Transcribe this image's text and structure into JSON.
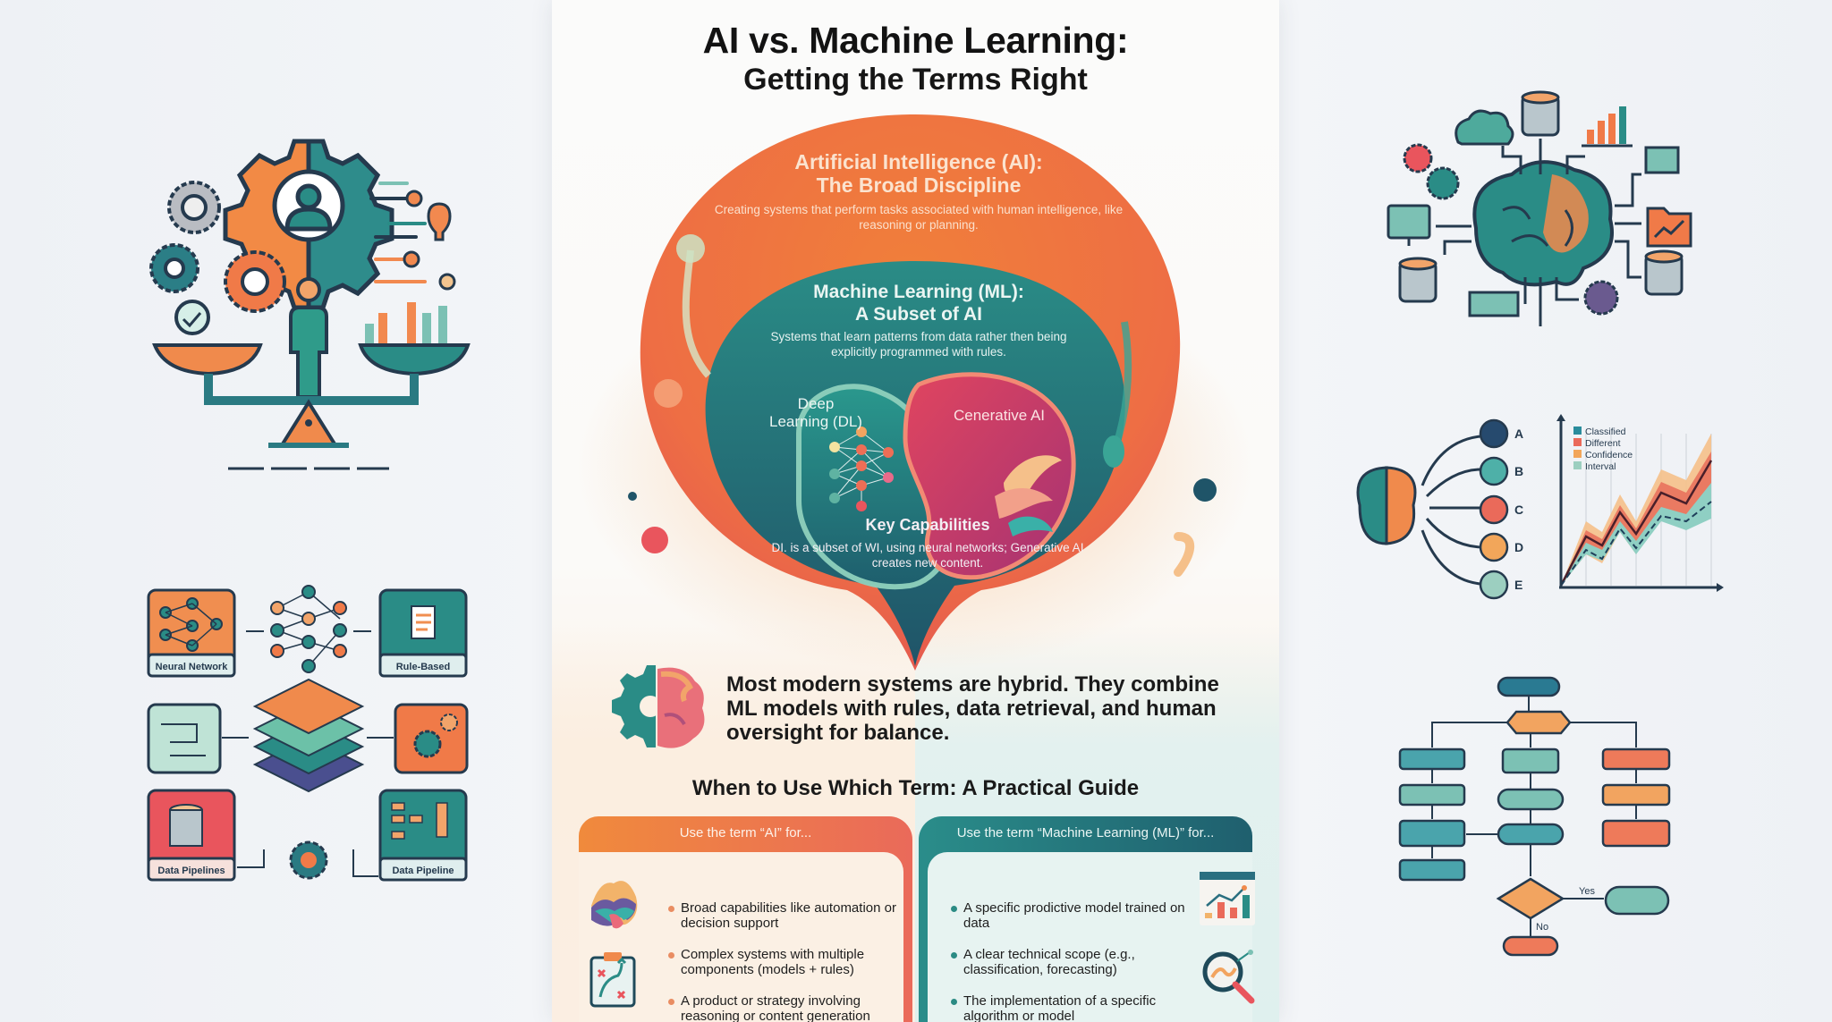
{
  "poster": {
    "title": "AI vs. Machine Learning:",
    "subtitle": "Getting the Terms Right",
    "ai": {
      "title_line1": "Artificial Intelligence (AI):",
      "title_line2": "The Broad Discipline",
      "description": "Creating systems that perform tasks associated with human intelligence, like reasoning or planning."
    },
    "ml": {
      "title_line1": "Machine Learning (ML):",
      "title_line2": "A Subset of AI",
      "description": "Systems that learn patterns from data rather then being explicitly programmed with rules."
    },
    "dl": {
      "title_line1": "Deep",
      "title_line2": "Learning (DL)"
    },
    "generative": {
      "title": "Cenerative AI"
    },
    "key_capabilities": {
      "title": "Key Capabilities",
      "description": "DI. is a subset of WI, using neural networks; Generative AI creates new content."
    },
    "hybrid_note": "Most modern systems are hybrid. They combine ML models with rules, data retrieval, and human oversight for balance.",
    "guide": {
      "title": "When to Use Which Term: A Practical Guide",
      "ai_column": {
        "header": "Use the term “AI” for...",
        "items": [
          "Broad capabilities like automation or decision support",
          "Complex systems with multiple components (models + rules)",
          "A product or strategy involving reasoning or content generation"
        ]
      },
      "ml_column": {
        "header": "Use the term “Machine Learning (ML)” for...",
        "items": [
          "A specific prodictive model trained on data",
          "A clear technical scope (e.g., classification, forecasting)",
          "The implementation of a specific algorithm or model"
        ]
      }
    }
  },
  "side_illustrations": {
    "top_left": {
      "icon": "balance-scale-gears-person"
    },
    "bottom_left": {
      "labels": [
        "Neural Network",
        "Rule-Based",
        "Data Pipelines",
        "Data Pipeline"
      ]
    },
    "top_right": {
      "icon": "brain-network-hub"
    },
    "middle_right": {
      "class_labels": [
        "A",
        "B",
        "C",
        "D",
        "E"
      ],
      "legend": [
        "Classified",
        "Different",
        "Confidence",
        "Interval"
      ]
    },
    "bottom_right": {
      "flowchart_labels": {
        "yes": "Yes",
        "no": "No"
      }
    }
  },
  "colors": {
    "orange": "#f07f3a",
    "coral": "#e9555d",
    "teal": "#2a8c86",
    "dark_teal": "#1f5f6e",
    "magenta": "#c9386a",
    "navy": "#264a5f",
    "background": "#f1f3f6"
  }
}
